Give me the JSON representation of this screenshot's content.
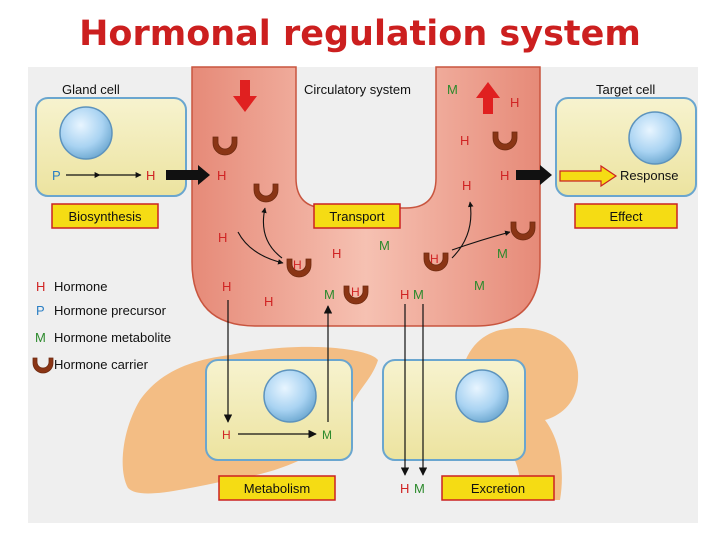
{
  "title": "Hormonal regulation system",
  "sections": {
    "gland": "Gland cell",
    "circulatory": "Circulatory system",
    "target": "Target cell"
  },
  "boxes": {
    "biosynthesis": "Biosynthesis",
    "transport": "Transport",
    "effect": "Effect",
    "metabolism": "Metabolism",
    "excretion": "Excretion"
  },
  "symbols": {
    "H": "H",
    "P": "P",
    "M": "M"
  },
  "response": "Response",
  "legend": {
    "hormone": "Hormone",
    "precursor": "Hormone precursor",
    "metabolite": "Hormone metabolite",
    "carrier": "Hormone carrier"
  },
  "colors": {
    "title": "#cc1f1f",
    "hormone": "#d02424",
    "precursor": "#2b7fc4",
    "metabolite": "#2c8a2c",
    "vessel": "#eea08f",
    "vessel_edge": "#c8553f",
    "cell_fill": "#f3eebc",
    "cell_edge": "#6aa6cf",
    "nucleus": "#a9d3f2",
    "label_box": "#f5dc14",
    "label_edge": "#cc2222",
    "organ": "#f3bd84",
    "carrier": "#8a3515"
  }
}
